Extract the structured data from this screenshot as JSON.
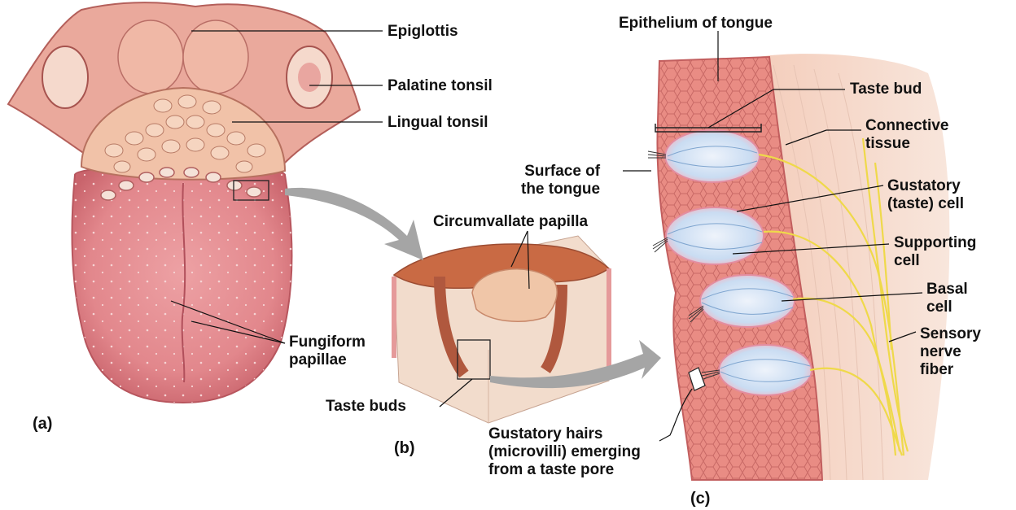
{
  "labels": {
    "epiglottis": "Epiglottis",
    "palatine_tonsil": "Palatine tonsil",
    "lingual_tonsil": "Lingual tonsil",
    "fungiform": [
      "Fungiform",
      "papillae"
    ],
    "panel_a": "(a)",
    "circumvallate": "Circumvallate papilla",
    "taste_buds": "Taste buds",
    "panel_b": "(b)",
    "epithelium": "Epithelium of tongue",
    "taste_bud": "Taste bud",
    "connective": [
      "Connective",
      "tissue"
    ],
    "surface": [
      "Surface of",
      "the tongue"
    ],
    "gustatory_cell": [
      "Gustatory",
      "(taste) cell"
    ],
    "supporting": [
      "Supporting",
      "cell"
    ],
    "basal": [
      "Basal",
      "cell"
    ],
    "sensory": [
      "Sensory",
      "nerve",
      "fiber"
    ],
    "gustatory_hairs": [
      "Gustatory hairs",
      "(microvilli) emerging",
      "from a taste pore"
    ],
    "panel_c": "(c)"
  },
  "colors": {
    "tongue": "#e58f93",
    "tongue_dark": "#c55d66",
    "tonsil": "#f0c2a8",
    "tissue": "#e8a090",
    "epithelium": "#ec8f86",
    "connective": "#f3d7c8",
    "nerve": "#f2e05a",
    "cell_blue": "#b9d4ef",
    "arrow": "#a5a5a5"
  }
}
